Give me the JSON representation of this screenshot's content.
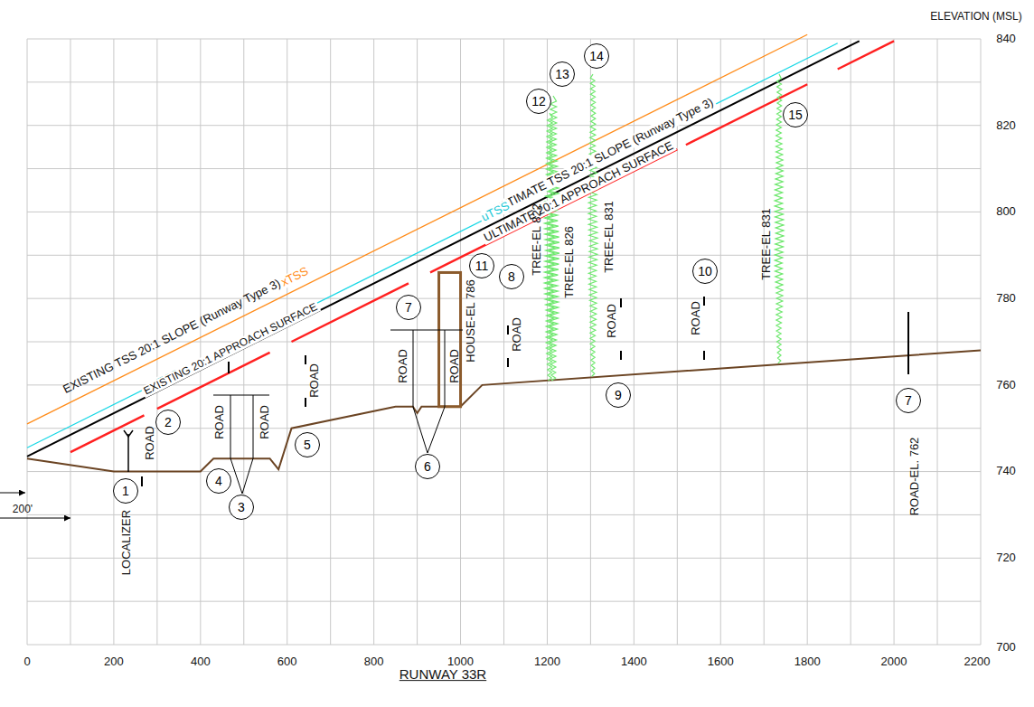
{
  "diagram": {
    "nodes": [
      {
        "text": [
          "1"
        ]
      },
      {
        "text": [
          "2"
        ]
      },
      {
        "text": [
          "3"
        ]
      },
      {
        "text": [
          "4"
        ]
      },
      {
        "text": [
          "5"
        ]
      },
      {
        "text": [
          "6"
        ]
      },
      {
        "text": [
          "7"
        ]
      },
      {
        "text": [
          "8"
        ]
      },
      {
        "text": [
          "9"
        ]
      },
      {
        "text": [
          "10"
        ]
      },
      {
        "text": [
          "11"
        ]
      },
      {
        "text": [
          "12"
        ]
      },
      {
        "text": [
          "13"
        ]
      },
      {
        "text": [
          "14"
        ]
      },
      {
        "text": [
          "15"
        ]
      },
      {
        "text": [
          "7"
        ]
      }
    ],
    "labels": [
      "ELEVATION (MSL)",
      "840",
      "820",
      "800",
      "780",
      "760",
      "740",
      "720",
      "700",
      "0",
      "200",
      "400",
      "600",
      "800",
      "1000",
      "1200",
      "1400",
      "1600",
      "1800",
      "2000",
      "2200",
      "200'",
      "RUNWAY 33R",
      "EXISTING TSS 20:1 SLOPE (Runway Type 3)",
      "xTSS",
      "uTSS",
      "EXISTING 20:1 APPROACH SURFACE",
      "ULTIMATE TSS 20:1 SLOPE (Runway Type 3)",
      "uTSS",
      "ULTIMATE 20:1 APPROACH SURFACE",
      "LOCALIZER",
      "ROAD",
      "ROAD",
      "ROAD",
      "ROAD",
      "ROAD",
      "ROAD",
      "HOUSE-EL 786",
      "ROAD",
      "TREE-EL 822",
      "TREE-EL 826",
      "TREE-EL 831",
      "ROAD",
      "ROAD",
      "TREE-EL 831",
      "ROAD-EL. 762"
    ]
  }
}
